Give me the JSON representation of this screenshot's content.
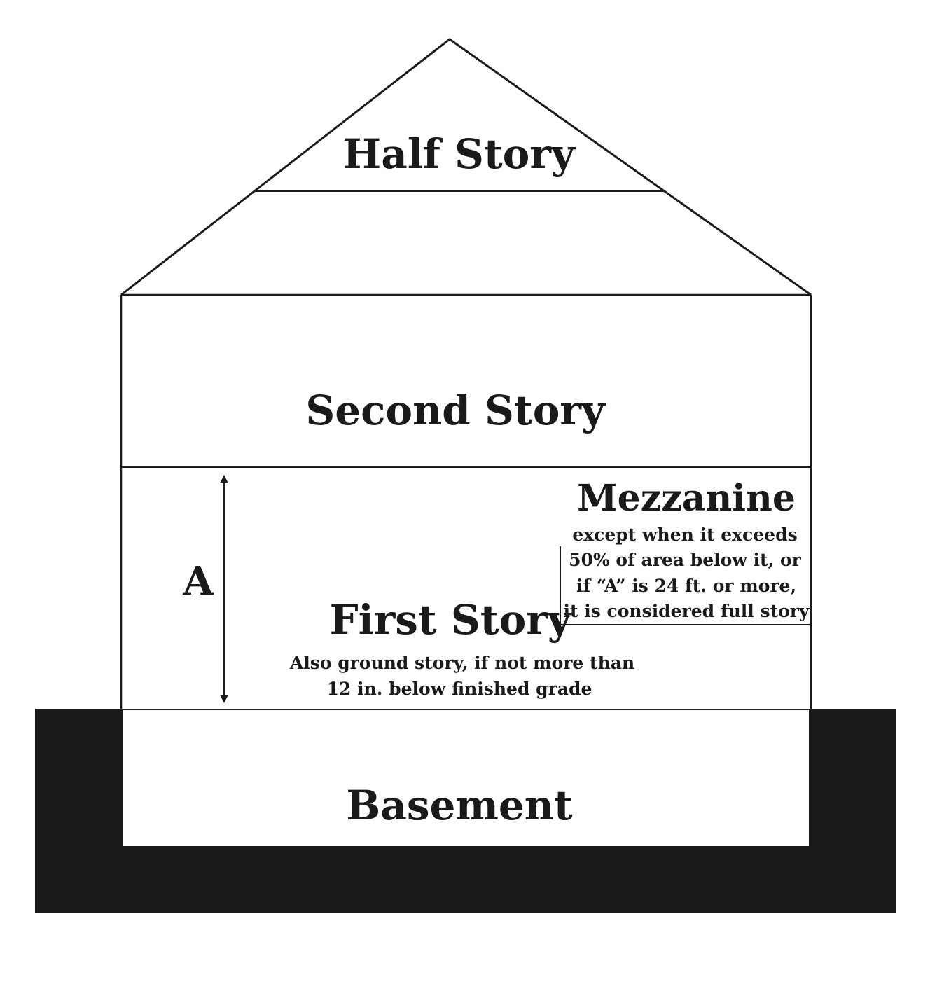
{
  "diagram": {
    "labels": {
      "half_story": "Half Story",
      "second_story": "Second Story",
      "mezzanine": "Mezzanine",
      "mezzanine_note": [
        "except when it exceeds",
        "50% of area below it, or",
        "if “A” is 24 ft. or more,",
        "it is considered full story"
      ],
      "first_story": "First Story",
      "first_story_note": [
        "Also ground story, if not more than",
        "12 in. below finished grade"
      ],
      "basement": "Basement",
      "dimension_a": "A"
    },
    "colors": {
      "line": "#1a1a1a",
      "ground": "#1a1a1a",
      "background": "#ffffff"
    }
  }
}
